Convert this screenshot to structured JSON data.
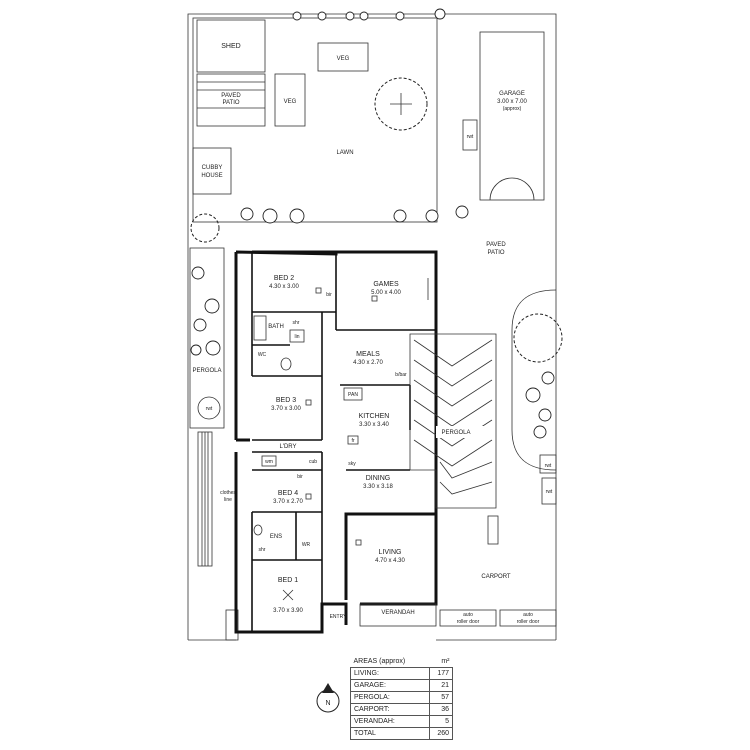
{
  "outdoor": {
    "shed": "SHED",
    "paved_patio_top": "PAVED\nPATIO",
    "veg_1": "VEG",
    "veg_2": "VEG",
    "lawn": "LAWN",
    "cubby_house": "CUBBY\nHOUSE",
    "garage": "GARAGE",
    "garage_dims": "3.00 x 7.00",
    "garage_note": "(approx)",
    "rwt": "rwt",
    "paved_patio_right": "PAVED\nPATIO",
    "pergola_left": "PERGOLA",
    "clothes_line": "clothes\nline",
    "carport": "CARPORT",
    "auto_roller_door_1": "auto\nroller door",
    "auto_roller_door_2": "auto\nroller door",
    "pergola_center": "PERGOLA",
    "verandah": "VERANDAH",
    "entry": "ENTRY"
  },
  "rooms": {
    "bed2": "BED 2",
    "bed2_dims": "4.30 x 3.00",
    "games": "GAMES",
    "games_dims": "5.00 x 4.00",
    "bath": "BATH",
    "shr": "shr",
    "linen": "lin",
    "wc": "WC",
    "bir": "bir",
    "meals": "MEALS",
    "meals_dims": "4.30 x 2.70",
    "bbar": "b/bar",
    "bed3": "BED 3",
    "bed3_dims": "3.70 x 3.00",
    "pan": "PAN",
    "kitchen": "KITCHEN",
    "kitchen_dims": "3.30 x 3.40",
    "fr": "fr",
    "ldry": "L'DRY",
    "wm": "wm",
    "cub": "cub",
    "sky": "sky",
    "bed4": "BED 4",
    "bed4_dims": "3.70 x 2.70",
    "dining": "DINING",
    "dining_dims": "3.30 x 3.18",
    "ens": "ENS",
    "wr": "WR",
    "living": "LIVING",
    "living_dims": "4.70 x 4.30",
    "bed1": "BED 1",
    "bed1_dims": "3.70 x 3.90"
  },
  "areas": {
    "header": "AREAS (approx)",
    "unit": "m²",
    "rows": [
      {
        "label": "LIVING:",
        "value": "177"
      },
      {
        "label": "GARAGE:",
        "value": "21"
      },
      {
        "label": "PERGOLA:",
        "value": "57"
      },
      {
        "label": "CARPORT:",
        "value": "36"
      },
      {
        "label": "VERANDAH:",
        "value": "5"
      },
      {
        "label": "TOTAL",
        "value": "260"
      }
    ]
  },
  "compass": "N"
}
